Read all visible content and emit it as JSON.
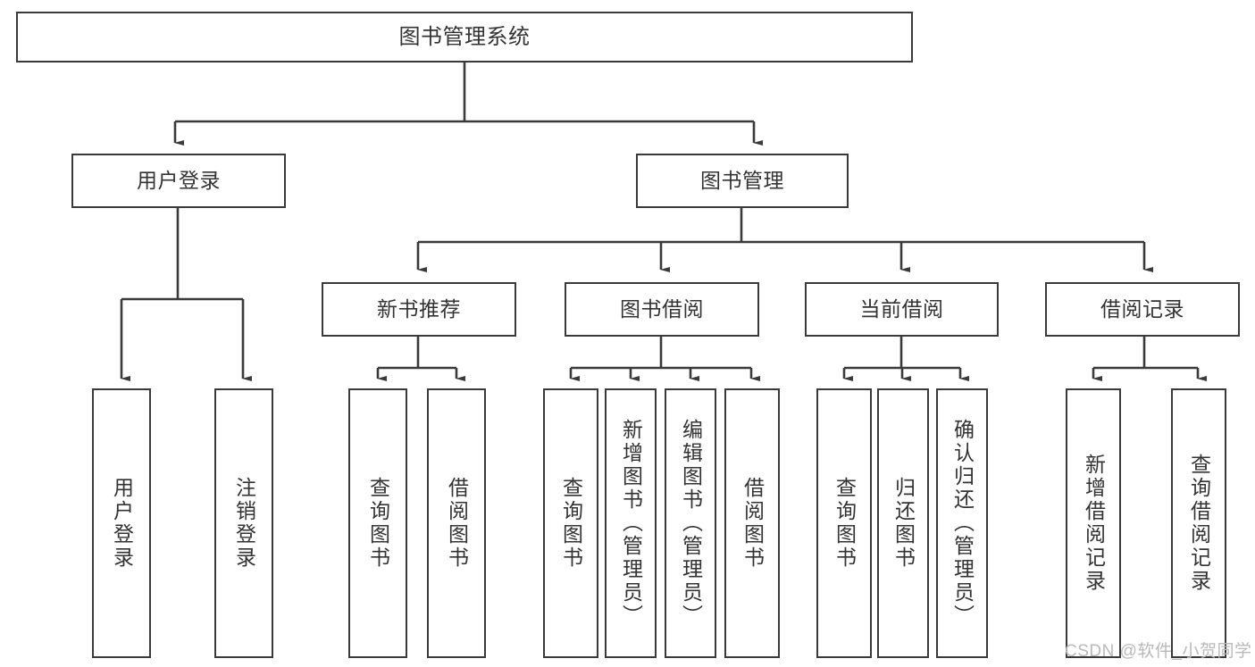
{
  "diagram": {
    "title": "图书管理系统",
    "type": "hierarchy-tree",
    "root": {
      "label": "图书管理系统"
    },
    "level2": [
      {
        "label": "用户登录"
      },
      {
        "label": "图书管理"
      }
    ],
    "level3": [
      {
        "label": "新书推荐"
      },
      {
        "label": "图书借阅"
      },
      {
        "label": "当前借阅"
      },
      {
        "label": "借阅记录"
      }
    ],
    "leaves": {
      "user_login": [
        {
          "label": "用户登录"
        },
        {
          "label": "注销登录"
        }
      ],
      "new_book_recommend": [
        {
          "label": "查询图书"
        },
        {
          "label": "借阅图书"
        }
      ],
      "book_borrow": [
        {
          "label": "查询图书"
        },
        {
          "label": "新增图书（管理员）"
        },
        {
          "label": "编辑图书（管理员）"
        },
        {
          "label": "借阅图书"
        }
      ],
      "current_borrow": [
        {
          "label": "查询图书"
        },
        {
          "label": "归还图书"
        },
        {
          "label": "确认归还（管理员）"
        }
      ],
      "borrow_record": [
        {
          "label": "新增借阅记录"
        },
        {
          "label": "查询借阅记录"
        }
      ]
    },
    "watermark": "CSDN @软件_小贺同学",
    "colors": {
      "stroke": "#3a3a3a",
      "text": "#333333",
      "background": "#ffffff",
      "watermark": "#b9b9b9"
    }
  }
}
